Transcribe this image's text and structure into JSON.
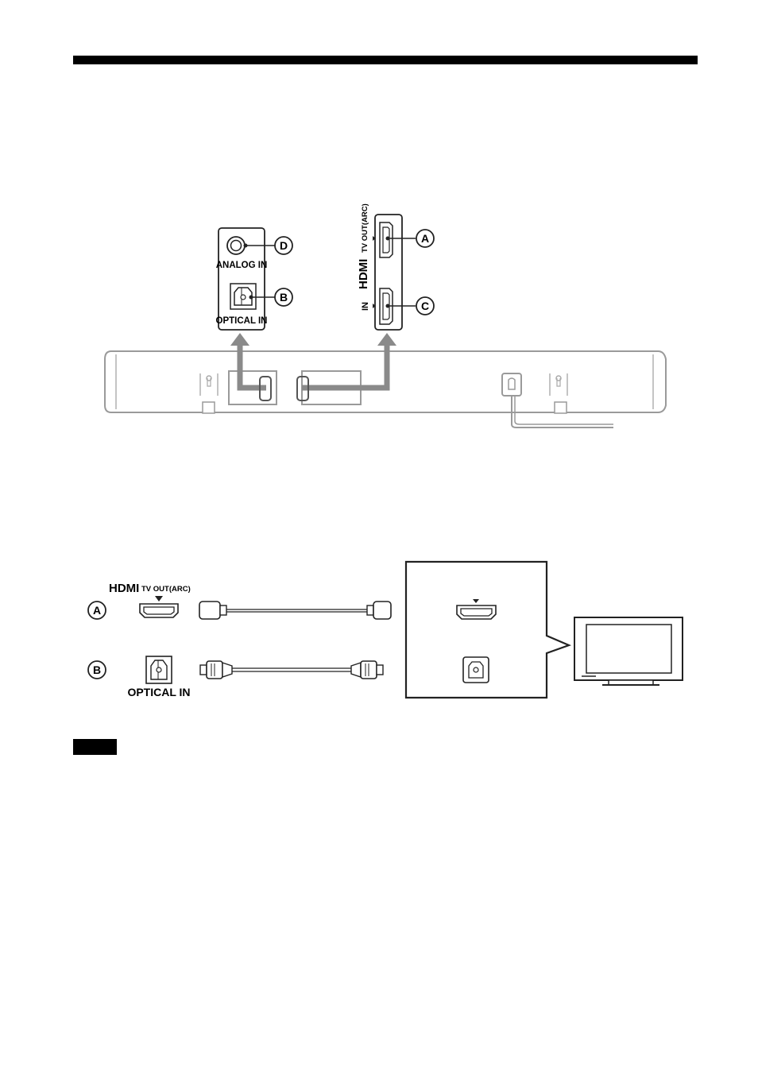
{
  "panel_labels": {
    "analog_in": "ANALOG IN",
    "optical_in": "OPTICAL IN",
    "hdmi": "HDMI",
    "tv_out_arc": "TV OUT(ARC)",
    "in": "IN"
  },
  "callouts": {
    "a": "A",
    "b": "B",
    "c": "C",
    "d": "D"
  },
  "cable_section": {
    "hdmi_brand": "HDMI",
    "tv_out_arc": "TV OUT(ARC)",
    "optical_in": "OPTICAL IN",
    "row_a": "A",
    "row_b": "B"
  },
  "colors": {
    "arrow": "#8a8a8a",
    "outline": "#222222",
    "soundbar_outline": "#9a9a9a"
  }
}
